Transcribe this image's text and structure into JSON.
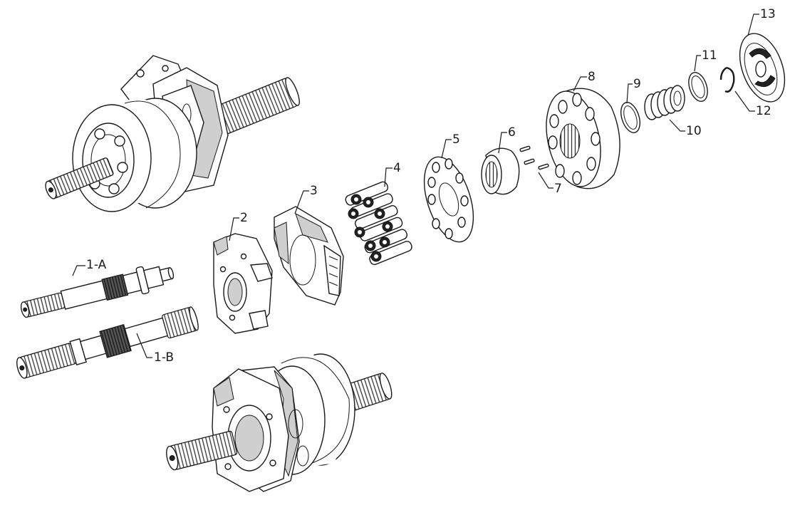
{
  "labels": {
    "p1a": "1-A",
    "p1b": "1-B",
    "p2": "2",
    "p3": "3",
    "p4": "4",
    "p5": "5",
    "p6": "6",
    "p7": "7",
    "p8": "8",
    "p9": "9",
    "p10": "10",
    "p11": "11",
    "p12": "12",
    "p13": "13"
  }
}
